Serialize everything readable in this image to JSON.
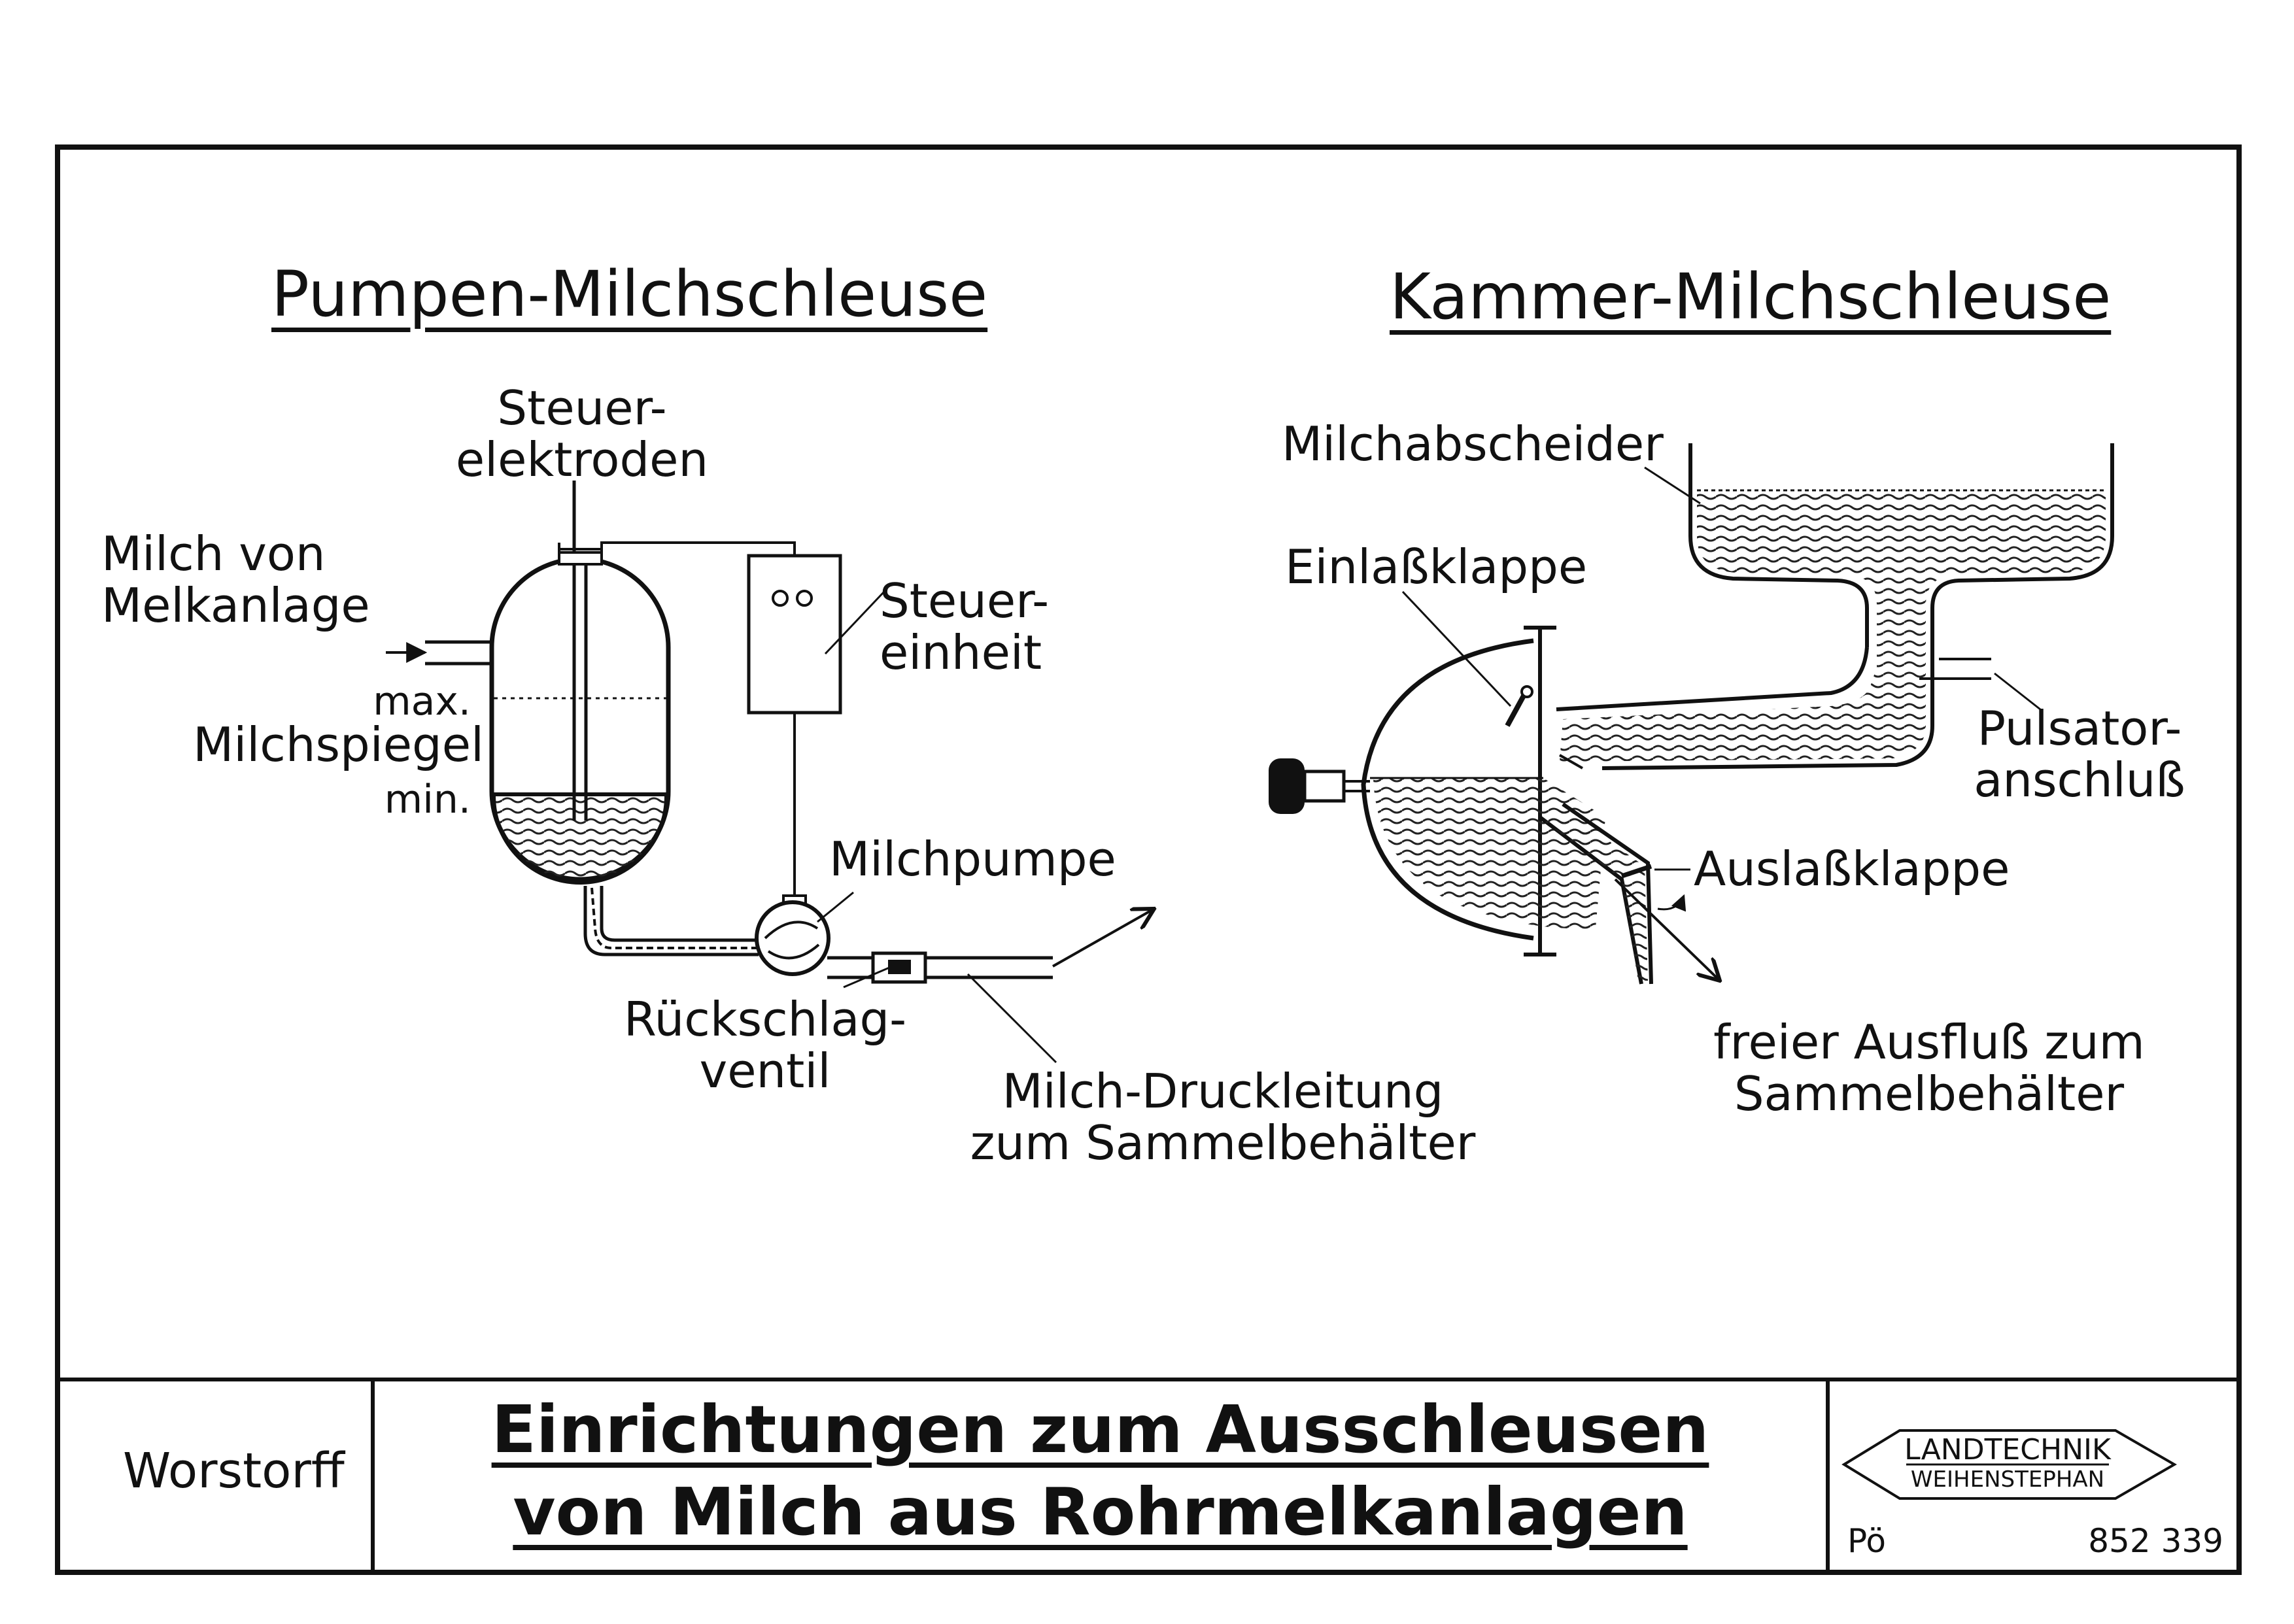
{
  "pump": {
    "title": "Pumpen-Milchschleuse",
    "electrodes": [
      "Steuer-",
      "elektroden"
    ],
    "milk_in": [
      "Milch von",
      "Melkanlage"
    ],
    "level_max": "max.",
    "level_label": "Milchspiegel",
    "level_min": "min.",
    "control_unit": [
      "Steuer-",
      "einheit"
    ],
    "milk_pump": "Milchpumpe",
    "check_valve": [
      "Rückschlag-",
      "ventil"
    ],
    "pressure_line": [
      "Milch-Druckleitung",
      "zum Sammelbehälter"
    ]
  },
  "chamber": {
    "title": "Kammer-Milchschleuse",
    "separator": "Milchabscheider",
    "inlet_flap": "Einlaßklappe",
    "pulsator": [
      "Pulsator-",
      "anschluß"
    ],
    "outlet_flap": "Auslaßklappe",
    "free_outflow": [
      "freier Ausfluß zum",
      "Sammelbehälter"
    ]
  },
  "footer": {
    "maker": "Worstorff",
    "title_line1": "Einrichtungen zum Ausschleusen",
    "title_line2": "von Milch aus Rohrmelkanlagen",
    "logo_top": "LANDTECHNIK",
    "logo_bottom": "WEIHENSTEPHAN",
    "initials": "Pö",
    "number": "852 339"
  }
}
